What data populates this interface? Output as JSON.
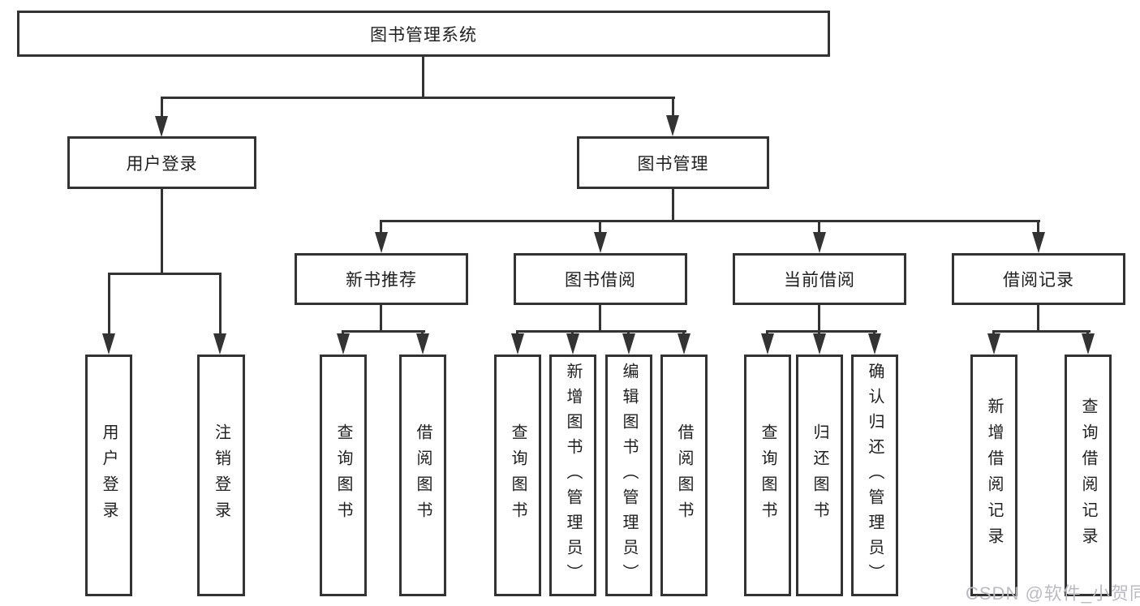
{
  "diagram": {
    "nodes": {
      "root": "图书管理系统",
      "user_login": "用户登录",
      "book_management": "图书管理",
      "new_book_recommendation": "新书推荐",
      "book_borrowing": "图书借阅",
      "current_borrowing": "当前借阅",
      "borrowing_records": "借阅记录"
    },
    "leaves": {
      "user_login": [
        "用户登录",
        "注销登录"
      ],
      "new_book_recommendation": [
        "查询图书",
        "借阅图书"
      ],
      "book_borrowing": [
        "查询图书",
        "新增图书（管理员）",
        "编辑图书（管理员）",
        "借阅图书"
      ],
      "current_borrowing": [
        "查询图书",
        "归还图书",
        "确认归还（管理员）"
      ],
      "borrowing_records": [
        "新增借阅记录",
        "查询借阅记录"
      ]
    },
    "watermark": "CSDN @软件_小贺同学",
    "colors": {
      "line": "#333333",
      "text": "#1f1f1f",
      "box_background": "#ffffff",
      "page_background": "#ffffff",
      "watermark": "#bcbac2"
    }
  }
}
